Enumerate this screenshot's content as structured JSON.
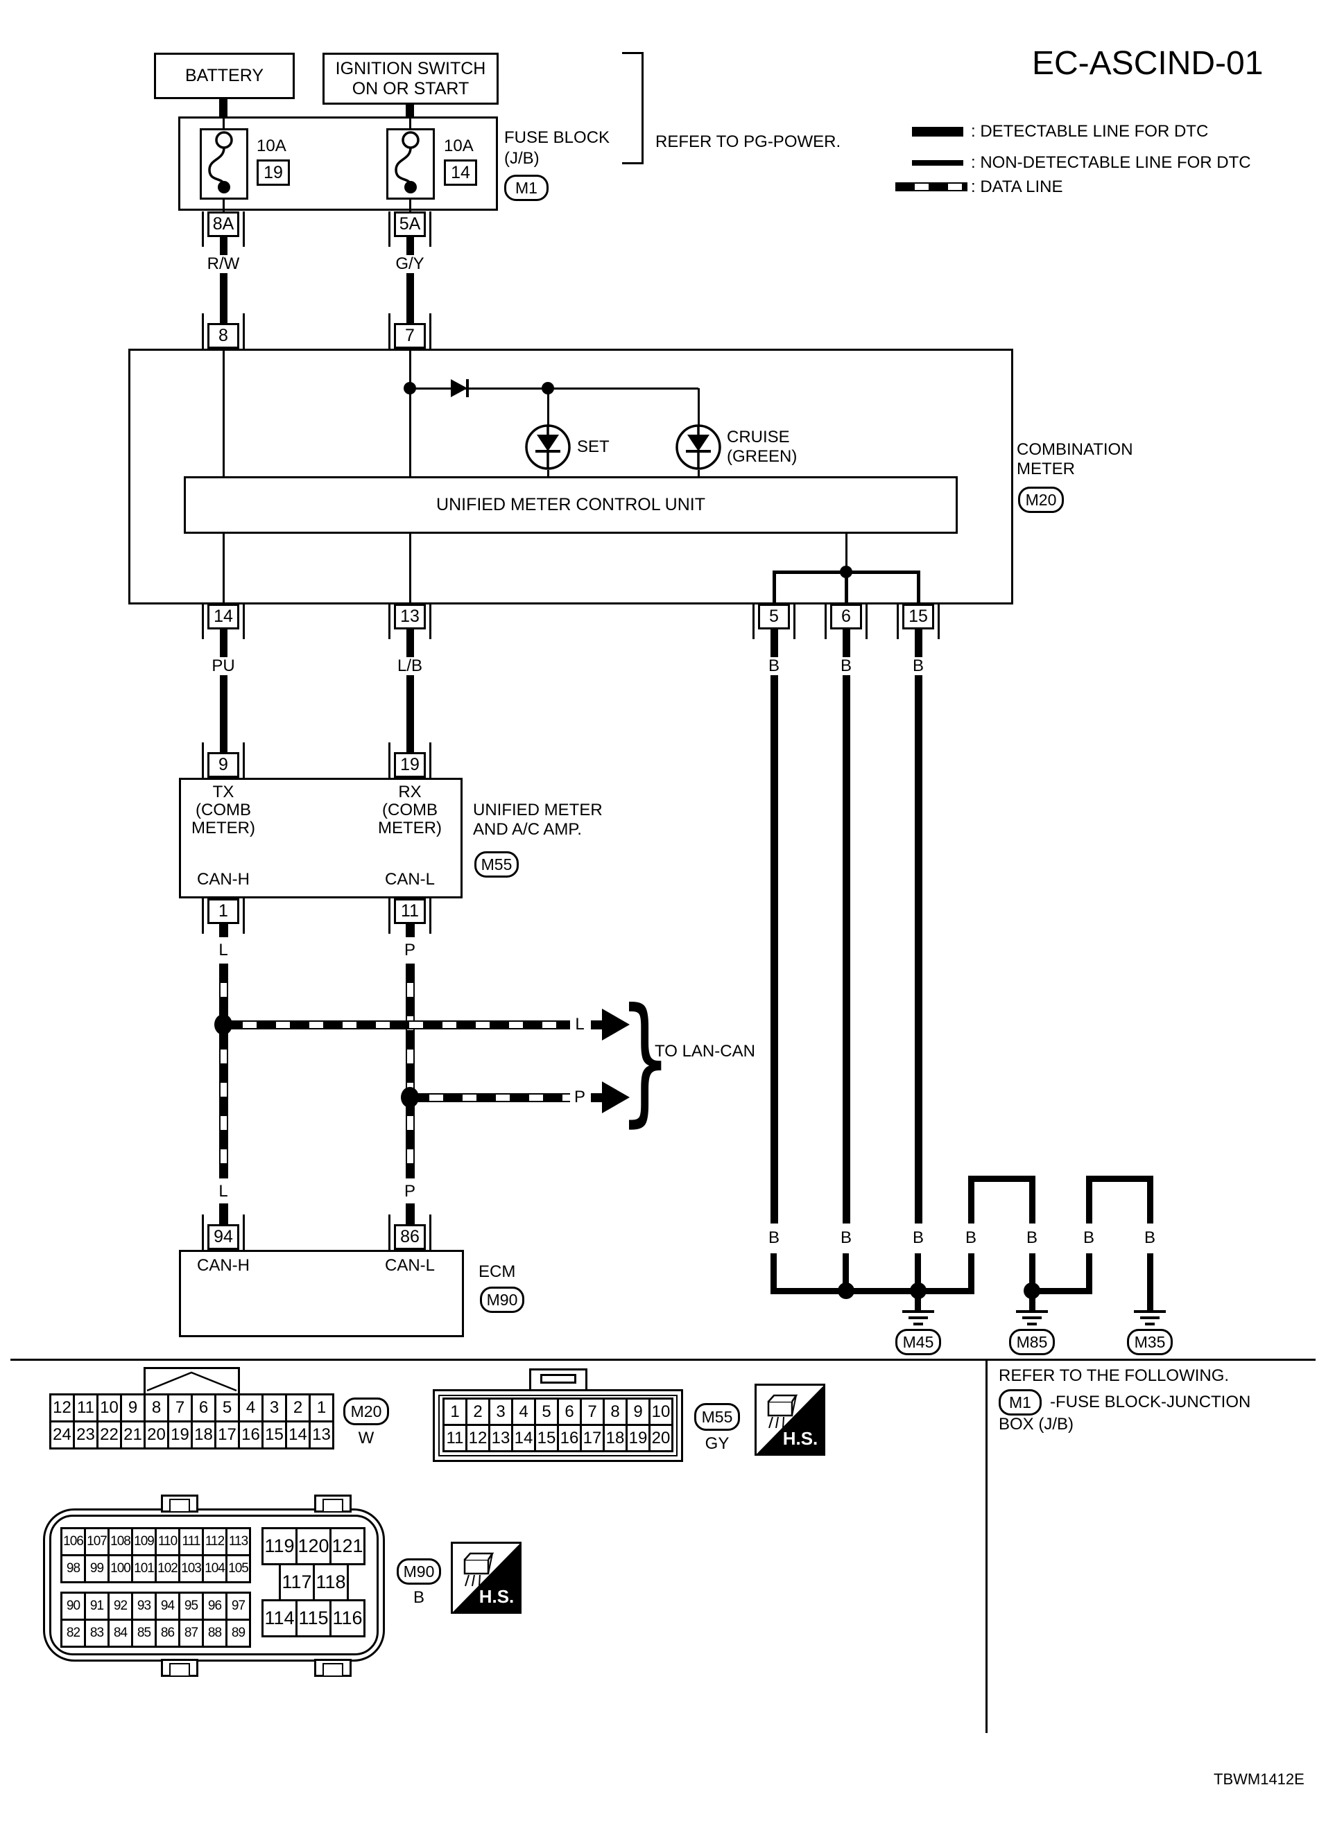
{
  "title": "EC-ASCIND-01",
  "legend": {
    "detectable": ": DETECTABLE LINE FOR DTC",
    "non_detectable": ": NON-DETECTABLE LINE FOR DTC",
    "data_line": ": DATA LINE"
  },
  "power": {
    "battery": "BATTERY",
    "ignition_1": "IGNITION SWITCH",
    "ignition_2": "ON OR START",
    "fuse1_amp": "10A",
    "fuse1_num": "19",
    "fuse2_amp": "10A",
    "fuse2_num": "14",
    "fuse_block_1": "FUSE BLOCK",
    "fuse_block_2": "(J/B)",
    "fuse_block_ref": "M1",
    "refer_pg": "REFER TO PG-POWER.",
    "conn_8a": "8A",
    "conn_5a": "5A",
    "wire_rw": "R/W",
    "wire_gy": "G/Y"
  },
  "combination_meter": {
    "pin_left": "8",
    "pin_right": "7",
    "set_label": "SET",
    "cruise_1": "CRUISE",
    "cruise_2": "(GREEN)",
    "umcu": "UNIFIED METER CONTROL UNIT",
    "name_1": "COMBINATION",
    "name_2": "METER",
    "ref": "M20",
    "pins_bottom": [
      "14",
      "13",
      "5",
      "6",
      "15"
    ],
    "wires": [
      "PU",
      "L/B",
      "B",
      "B",
      "B"
    ]
  },
  "meter_amp": {
    "pin_tx": "9",
    "pin_rx": "19",
    "tx": [
      "TX",
      "(COMB",
      "METER)"
    ],
    "rx": [
      "RX",
      "(COMB",
      "METER)"
    ],
    "can_h": "CAN-H",
    "can_l": "CAN-L",
    "pin_can_h": "1",
    "pin_can_l": "11",
    "name_1": "UNIFIED METER",
    "name_2": "AND A/C AMP.",
    "ref": "M55"
  },
  "lan": {
    "l": "L",
    "p": "P",
    "to_lan_can": "TO LAN-CAN",
    "brace": "}"
  },
  "ecm": {
    "pin_can_h": "94",
    "pin_can_l": "86",
    "can_h": "CAN-H",
    "can_l": "CAN-L",
    "name": "ECM",
    "ref": "M90"
  },
  "grounds": {
    "b_labels": [
      "B",
      "B",
      "B",
      "B",
      "B",
      "B",
      "B"
    ],
    "ref_1": "M45",
    "ref_2": "M85",
    "ref_3": "M35"
  },
  "connectors": {
    "m20": {
      "ref": "M20",
      "color": "W",
      "row1": [
        "12",
        "11",
        "10",
        "9",
        "8",
        "7",
        "6",
        "5",
        "4",
        "3",
        "2",
        "1"
      ],
      "row2": [
        "24",
        "23",
        "22",
        "21",
        "20",
        "19",
        "18",
        "17",
        "16",
        "15",
        "14",
        "13"
      ]
    },
    "m55": {
      "ref": "M55",
      "color": "GY",
      "row1": [
        "1",
        "2",
        "3",
        "4",
        "5",
        "6",
        "7",
        "8",
        "9",
        "10"
      ],
      "row2": [
        "11",
        "12",
        "13",
        "14",
        "15",
        "16",
        "17",
        "18",
        "19",
        "20"
      ]
    },
    "m90": {
      "ref": "M90",
      "color": "B",
      "grid_a_row1": [
        "106",
        "107",
        "108",
        "109",
        "110",
        "111",
        "112",
        "113"
      ],
      "grid_a_row2": [
        "98",
        "99",
        "100",
        "101",
        "102",
        "103",
        "104",
        "105"
      ],
      "grid_b_row1": [
        "90",
        "91",
        "92",
        "93",
        "94",
        "95",
        "96",
        "97"
      ],
      "grid_b_row2": [
        "82",
        "83",
        "84",
        "85",
        "86",
        "87",
        "88",
        "89"
      ],
      "right_row1": [
        "119",
        "120",
        "121"
      ],
      "right_row2": [
        "117",
        "118"
      ],
      "right_row3": [
        "114",
        "115",
        "116"
      ]
    },
    "hs": "H.S."
  },
  "footer": {
    "refer_following": "REFER TO THE FOLLOWING.",
    "m1_ref": "M1",
    "m1_text_1": "-FUSE BLOCK-JUNCTION",
    "m1_text_2": "BOX (J/B)",
    "code": "TBWM1412E"
  }
}
